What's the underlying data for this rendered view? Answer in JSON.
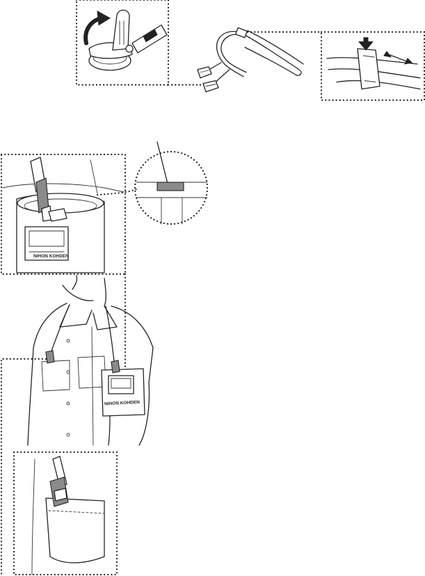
{
  "logo": {
    "brand_text": "NIHON KOHDEN"
  },
  "colors": {
    "line": "#222222",
    "highlight_gray": "#8a8a8a",
    "background": "#ffffff"
  },
  "panels": [
    {
      "id": "clip-open",
      "icon": "curved-arrow-icon"
    },
    {
      "id": "lead-wire-strap"
    },
    {
      "id": "slider-adjust",
      "icon": "down-arrow-icon"
    },
    {
      "id": "holder-top-closeup"
    },
    {
      "id": "label-magnifier"
    },
    {
      "id": "wearer-upper-body"
    },
    {
      "id": "pocket-clip-closeup"
    }
  ]
}
